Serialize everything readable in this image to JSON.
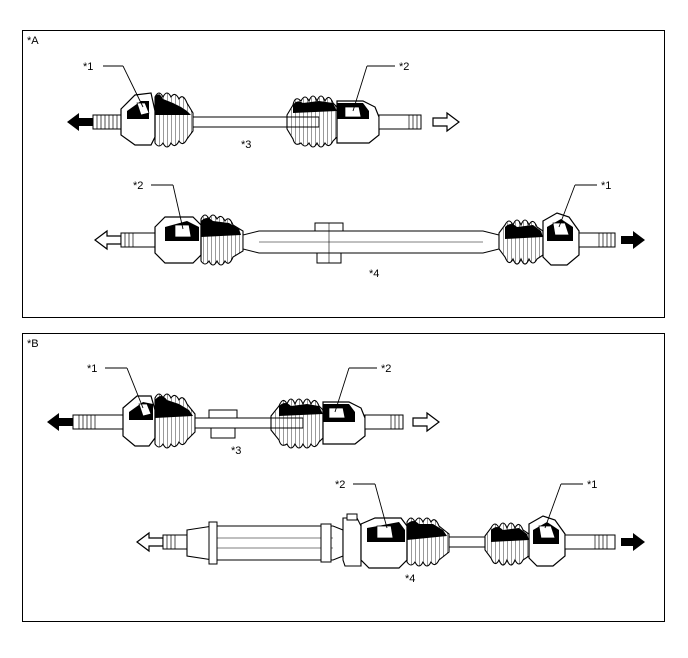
{
  "panels": [
    {
      "id": "A",
      "label": "*A",
      "callouts": {
        "c1_top": "*1",
        "c2_top": "*2",
        "c3": "*3",
        "c2_bottom": "*2",
        "c1_bottom": "*1",
        "c4": "*4"
      }
    },
    {
      "id": "B",
      "label": "*B",
      "callouts": {
        "c1_top": "*1",
        "c2_top": "*2",
        "c3": "*3",
        "c2_bottom": "*2",
        "c1_bottom": "*1",
        "c4": "*4"
      }
    }
  ]
}
